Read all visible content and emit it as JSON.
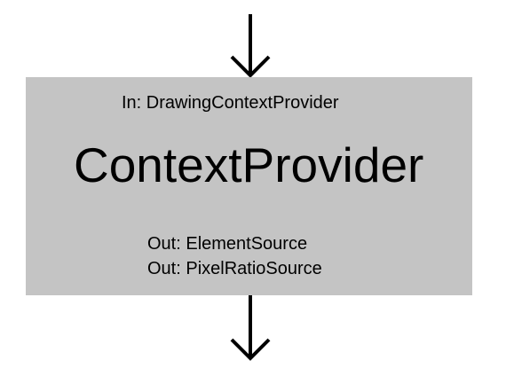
{
  "node": {
    "title": "ContextProvider",
    "input": "In: DrawingContextProvider",
    "outputs": [
      "Out: ElementSource",
      "Out: PixelRatioSource"
    ],
    "fill_color": "#c4c4c4",
    "text_color": "#000000"
  },
  "arrows": {
    "incoming": "down-arrow-icon",
    "outgoing": "down-arrow-icon"
  }
}
